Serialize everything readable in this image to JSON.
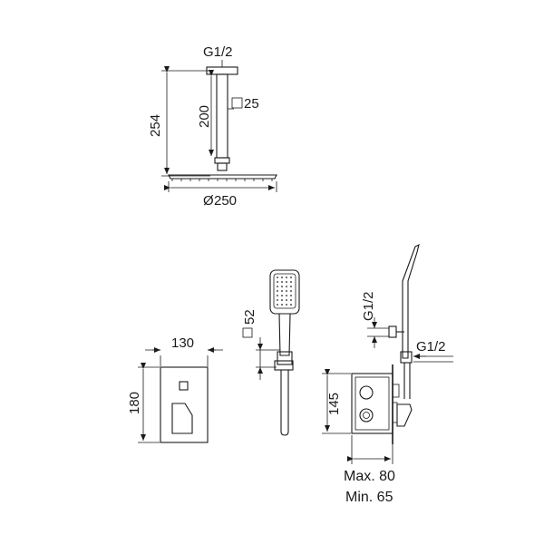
{
  "ceiling_shower": {
    "thread_label": "G1/2",
    "arm_height": "200",
    "arm_section": "25",
    "total_height": "254",
    "head_diameter": "250",
    "diameter_symbol": "Ø"
  },
  "wall_plate": {
    "width": "130",
    "height": "180"
  },
  "hand_shower": {
    "handle_section": "52"
  },
  "mixer_box": {
    "inlet_thread_vertical": "G1/2",
    "inlet_thread_horizontal": "G1/2",
    "box_height": "145",
    "depth_max": "Max. 80",
    "depth_min": "Min. 65"
  }
}
